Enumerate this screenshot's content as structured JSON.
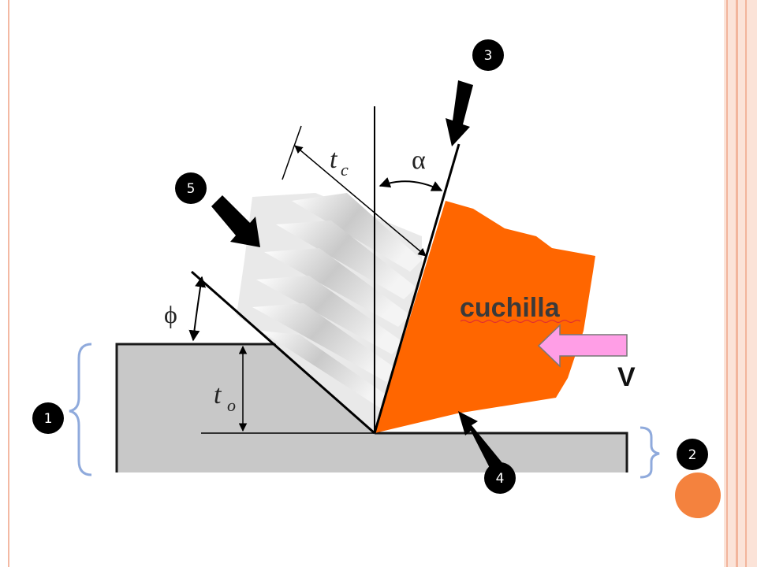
{
  "diagram": {
    "labels": {
      "tc": "t",
      "tc_sub": "c",
      "alpha": "α",
      "phi": "ϕ",
      "to": "t",
      "to_sub": "o",
      "tool": "cuchilla",
      "velocity": "V"
    },
    "markers": [
      "1",
      "2",
      "3",
      "4",
      "5"
    ]
  },
  "colors": {
    "frame": "#f6c9b8",
    "tool": "#ff6600",
    "workpiece": "#c8c8c8",
    "marker": "#000000",
    "bracket": "#8faadc",
    "velocity_arrow": "#ff9ee6",
    "decor_dot": "#f4823e"
  }
}
